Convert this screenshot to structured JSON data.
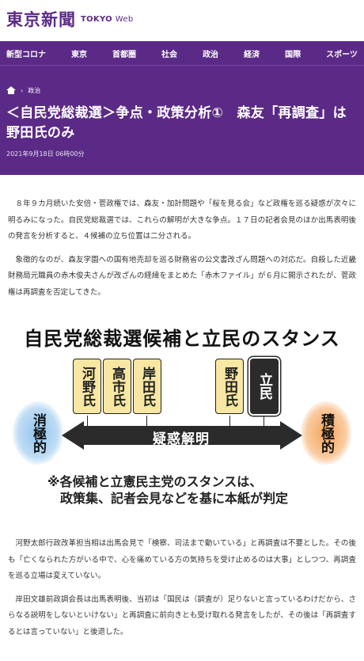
{
  "header": {
    "logo_text": "東京新聞",
    "logo_sub": "TOKYO",
    "logo_web": "Web"
  },
  "nav": {
    "items": [
      "新型コロナ",
      "東京",
      "首都圏",
      "社会",
      "政治",
      "経済",
      "国際",
      "スポーツ"
    ]
  },
  "breadcrumb": {
    "current": "政治"
  },
  "article": {
    "title": "＜自民党総裁選＞争点・政策分析①　森友「再調査」は野田氏のみ",
    "date": "2021年9月18日 06時00分",
    "paragraphs": [
      "８年９カ月続いた安倍・菅政権では、森友・加計問題や「桜を見る会」など政権を巡る疑惑が次々に明るみになった。自民党総裁選では、これらの解明が大きな争点。１７日の記者会見のほか出馬表明後の発言を分析すると、４候補の立ち位置は二分される。",
      "象徴的なのが、森友学園への国有地売却を巡る財務省の公文書改ざん問題への対応だ。自殺した近畿財務局元職員の赤木俊夫さんが改ざんの経緯をまとめた「赤木ファイル」が６月に開示されたが、菅政権は再調査を否定してきた。",
      "河野太郎行政改革担当相は出馬会見で「検察、司法まで動いている」と再調査は不要とした。その後も「亡くなられた方がいる中で、心を痛めている方の気持ちを受け止めるのは大事」としつつ、再調査を巡る立場は変えていない。",
      "岸田文雄前政調会長は出馬表明後、当初は「国民は（調査が）足りないと言っているわけだから、さらなる説明をしないといけない」と再調査に前向きとも受け取れる発言をしたが、その後は「再調査するとは言っていない」と後退した。"
    ]
  },
  "figure": {
    "title": "自民党総裁選候補と立民のスタンス",
    "candidates": [
      {
        "name": "河野氏"
      },
      {
        "name": "高市氏"
      },
      {
        "name": "岸田氏"
      },
      {
        "name": "野田氏"
      },
      {
        "name": "立民"
      }
    ],
    "left_label": "消極的",
    "right_label": "積極的",
    "arrow_label": "疑惑解明",
    "note_line1": "※各候補と立憲民主党のスタンスは、",
    "note_line2": "政策集、記者会見などを基に本紙が判定",
    "colors": {
      "accent": "#5b2a86",
      "name_box": "#f7e7a3",
      "passive": "#8fc3ee",
      "active": "#f4a35a"
    }
  }
}
